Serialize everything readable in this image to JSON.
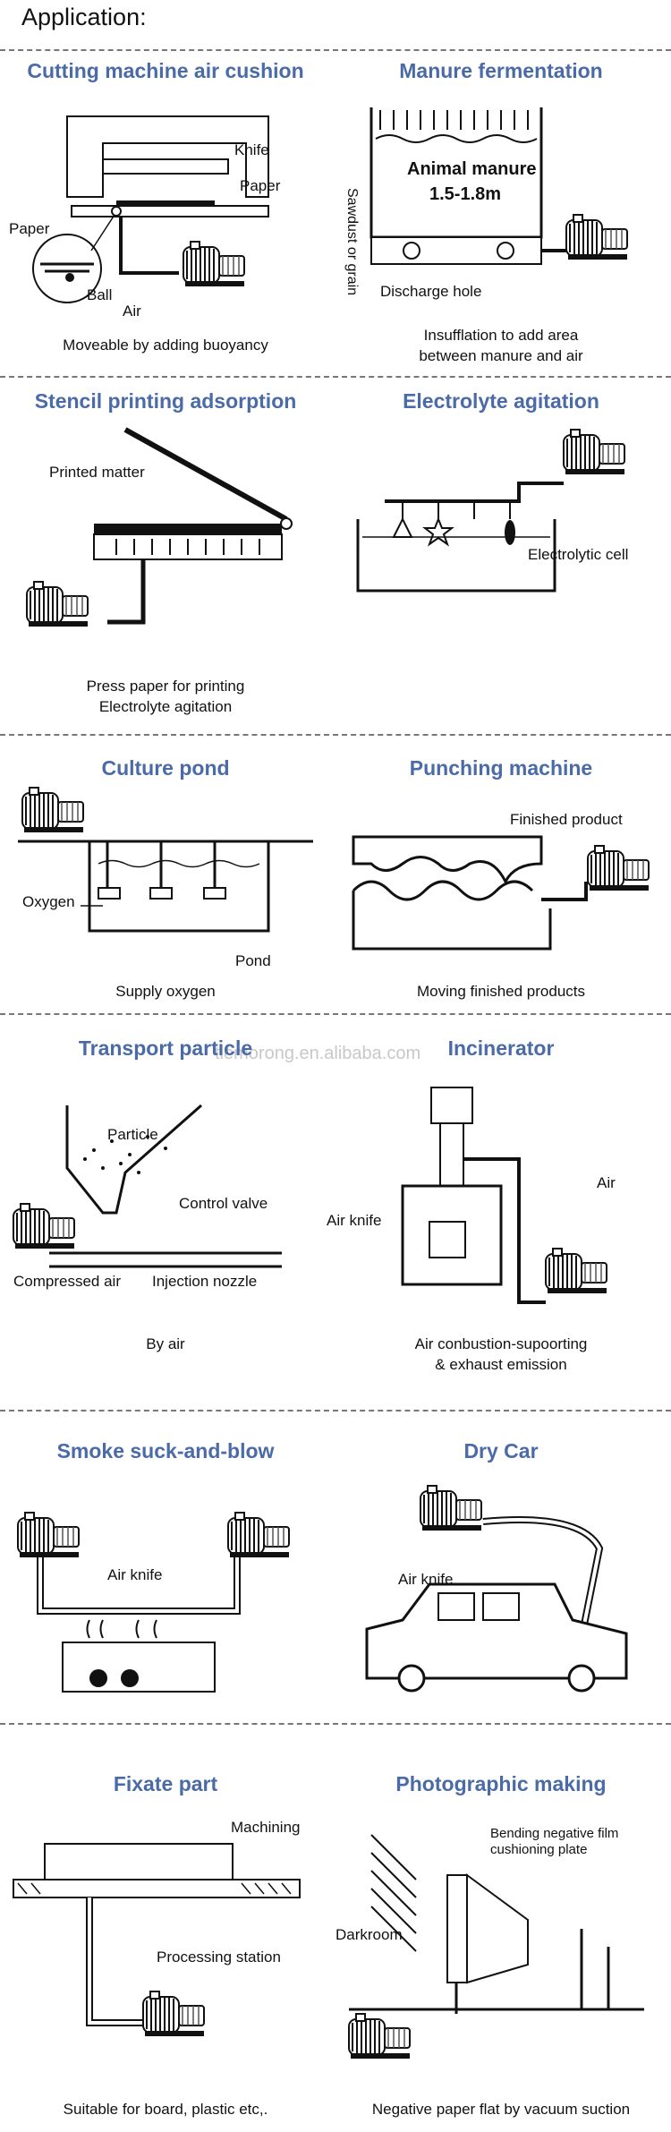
{
  "page": {
    "title": "Application:"
  },
  "watermark": "tiemorong.en.alibaba.com",
  "sections": [
    {
      "title": "Cutting machine air cushion",
      "caption": "Moveable by adding buoyancy",
      "labels": {
        "knife": "Knife",
        "paper1": "Paper",
        "paper2": "Paper",
        "ball": "Ball",
        "air": "Air"
      }
    },
    {
      "title": "Manure fermentation",
      "caption_line1": "Insufflation to add area",
      "caption_line2": "between manure and air",
      "labels": {
        "manure": "Animal manure",
        "depth": "1.5-1.8m",
        "sawdust": "Sawdust or grain",
        "hole": "Discharge hole"
      }
    },
    {
      "title": "Stencil printing adsorption",
      "caption_line1": "Press paper for printing",
      "caption_line2": "Electrolyte agitation",
      "labels": {
        "printed": "Printed matter"
      }
    },
    {
      "title": "Electrolyte agitation",
      "labels": {
        "cell": "Electrolytic cell"
      }
    },
    {
      "title": "Culture pond",
      "caption": "Supply oxygen",
      "labels": {
        "oxygen": "Oxygen",
        "pond": "Pond"
      }
    },
    {
      "title": "Punching machine",
      "caption": "Moving finished products",
      "labels": {
        "finished": "Finished product"
      }
    },
    {
      "title": "Transport particle",
      "caption": "By air",
      "labels": {
        "particle": "Particle",
        "valve": "Control valve",
        "compressed": "Compressed air",
        "nozzle": "Injection nozzle"
      }
    },
    {
      "title": "Incinerator",
      "caption_line1": "Air conbustion-supoorting",
      "caption_line2": "& exhaust emission",
      "labels": {
        "airknife": "Air knife",
        "air": "Air"
      }
    },
    {
      "title": "Smoke suck-and-blow",
      "labels": {
        "airknife": "Air knife"
      }
    },
    {
      "title": "Dry Car",
      "labels": {
        "airknife": "Air knife"
      }
    },
    {
      "title": "Fixate part",
      "caption": "Suitable for board, plastic etc,.",
      "labels": {
        "machining": "Machining",
        "station": "Processing station"
      }
    },
    {
      "title": "Photographic making",
      "caption": "Negative paper flat by vacuum suction",
      "labels": {
        "film_line1": "Bending negative film",
        "film_line2": "cushioning plate",
        "darkroom": "Darkroom"
      }
    }
  ]
}
